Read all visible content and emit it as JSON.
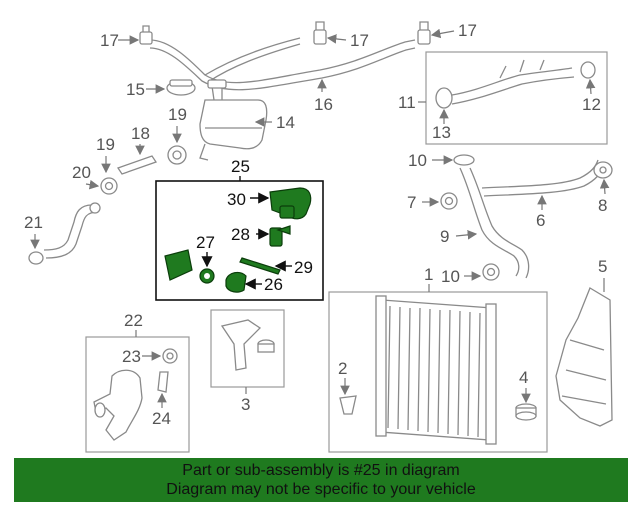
{
  "callouts": {
    "n1": "1",
    "n2": "2",
    "n3": "3",
    "n4": "4",
    "n5": "5",
    "n6": "6",
    "n7": "7",
    "n8": "8",
    "n9": "9",
    "n10": "10",
    "n11": "11",
    "n12": "12",
    "n13": "13",
    "n14": "14",
    "n15": "15",
    "n16": "16",
    "n17": "17",
    "n18": "18",
    "n19": "19",
    "n20": "20",
    "n21": "21",
    "n22": "22",
    "n23": "23",
    "n24": "24",
    "n25": "25",
    "n26": "26",
    "n27": "27",
    "n28": "28",
    "n29": "29",
    "n30": "30"
  },
  "banner": {
    "line1": "Part or sub-assembly is #25 in diagram",
    "line2": "Diagram may not be specific to your vehicle"
  },
  "colors": {
    "highlight": "#1f7a1f",
    "part_line": "#8a8a8a",
    "label": "#555555"
  }
}
